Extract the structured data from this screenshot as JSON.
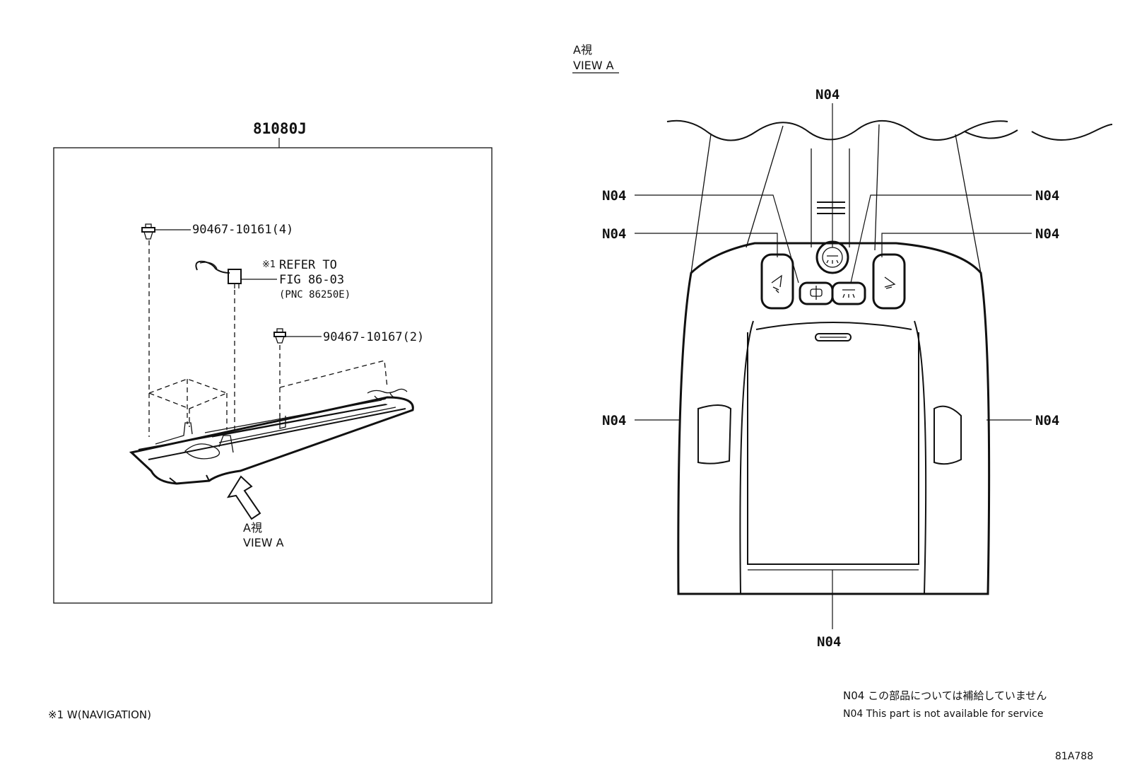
{
  "left_figure": {
    "assembly_part_number": "81080J",
    "part_a": "90467-10161(4)",
    "part_b": "90467-10167(2)",
    "refer_marker": "※1",
    "refer_line1": "REFER TO",
    "refer_line2": "FIG 86-03",
    "refer_line3": "(PNC 86250E)",
    "view_label_jp": "A視",
    "view_label_en": "VIEW A"
  },
  "right_figure": {
    "view_label_jp": "A視",
    "view_label_en": "VIEW A",
    "callout": "N04"
  },
  "footnote_left": "※1 W(NAVIGATION)",
  "legend": {
    "line_jp": "N04 この部品については補給していません",
    "line_en": "N04 This part is not available for service"
  },
  "figure_id": "81A788"
}
